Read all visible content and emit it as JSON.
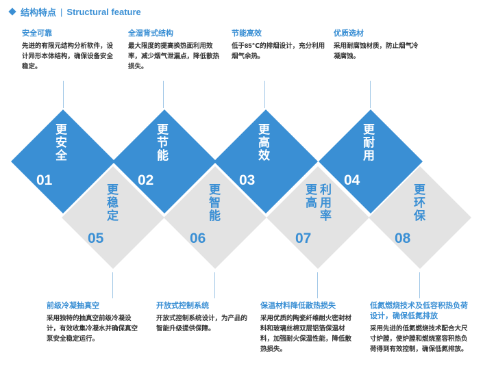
{
  "header": {
    "title_cn": "结构特点",
    "separator": "|",
    "title_en": "Structural feature"
  },
  "top_features": [
    {
      "title": "安全可靠",
      "desc": "先进的有限元结构分析软件，设计异形本体结构，确保设备安全稳定。"
    },
    {
      "title": "全湿背式结构",
      "desc": "最大限度的提高换热面利用效率，减少烟气泄漏点，降低散热损失。"
    },
    {
      "title": "节能高效",
      "desc": "低于85℃的排烟设计，充分利用烟气余热。"
    },
    {
      "title": "优质选材",
      "desc": "采用耐腐蚀材质，防止烟气冷凝腐蚀。"
    }
  ],
  "top_diamonds": [
    {
      "chars": [
        "更",
        "安",
        "全"
      ],
      "num": "01"
    },
    {
      "chars": [
        "更",
        "节",
        "能"
      ],
      "num": "02"
    },
    {
      "chars": [
        "更",
        "高",
        "效"
      ],
      "num": "03"
    },
    {
      "chars": [
        "更",
        "耐",
        "用"
      ],
      "num": "04"
    }
  ],
  "bottom_diamonds": [
    {
      "cols": [
        [
          "更",
          "稳",
          "定"
        ]
      ],
      "num": "05"
    },
    {
      "cols": [
        [
          "更",
          "智",
          "能"
        ]
      ],
      "num": "06"
    },
    {
      "cols": [
        [
          "更",
          "高"
        ],
        [
          "利",
          "用",
          "率"
        ]
      ],
      "num": "07"
    },
    {
      "cols": [
        [
          "更",
          "环",
          "保"
        ]
      ],
      "num": "08"
    }
  ],
  "bottom_features": [
    {
      "title": "前级冷凝抽真空",
      "desc": "采用独特的抽真空前级冷凝设计，有效收集冷凝水并确保真空泵安全稳定运行。"
    },
    {
      "title": "开放式控制系统",
      "desc": "开放式控制系统设计，为产品的智能升级提供保障。"
    },
    {
      "title": "保温材料降低散热损失",
      "desc": "采用优质的陶瓷纤维耐火密封材料和玻璃丝棉双层铝箔保温材料，加强耐火保温性能，降低散热损失。"
    },
    {
      "title": "低氮燃烧技术及低容积热负荷设计，确保低氮排放",
      "desc": "采用先进的低氮燃烧技术配合大尺寸炉膛，使炉膛和燃烧室容积热负荷得到有效控制，确保低氮排放。"
    }
  ],
  "colors": {
    "blue": "#3a8fd4",
    "gray": "#e3e3e3",
    "line": "#9fc6e6",
    "text": "#333333"
  }
}
